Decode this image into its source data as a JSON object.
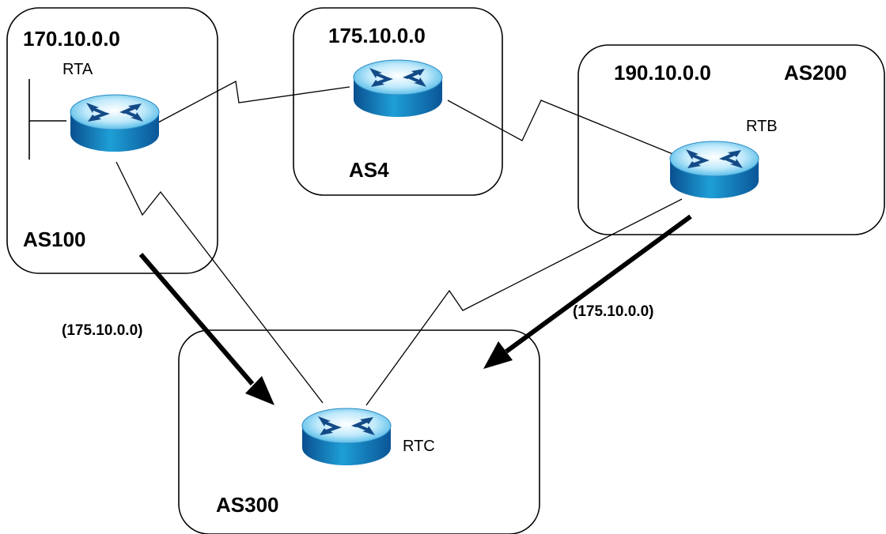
{
  "autonomous_systems": [
    {
      "id": "as100",
      "name": "AS100",
      "network": "170.10.0.0",
      "router": "RTA"
    },
    {
      "id": "as4",
      "name": "AS4",
      "network": "175.10.0.0",
      "router": ""
    },
    {
      "id": "as200",
      "name": "AS200",
      "network": "190.10.0.0",
      "router": "RTB"
    },
    {
      "id": "as300",
      "name": "AS300",
      "network": "",
      "router": "RTC"
    }
  ],
  "advertisements": [
    {
      "from": "RTA",
      "to": "RTC",
      "prefix": "(175.10.0.0)"
    },
    {
      "from": "RTB",
      "to": "RTC",
      "prefix": "(175.10.0.0)"
    }
  ],
  "colors": {
    "router_top": "#cfefff",
    "router_mid": "#1e9fd6",
    "router_dark": "#0c5a9e",
    "arrow_fill": "#17488a",
    "line": "#000000"
  },
  "icons": {
    "router": "router-icon",
    "arrow": "advertisement-arrow"
  }
}
